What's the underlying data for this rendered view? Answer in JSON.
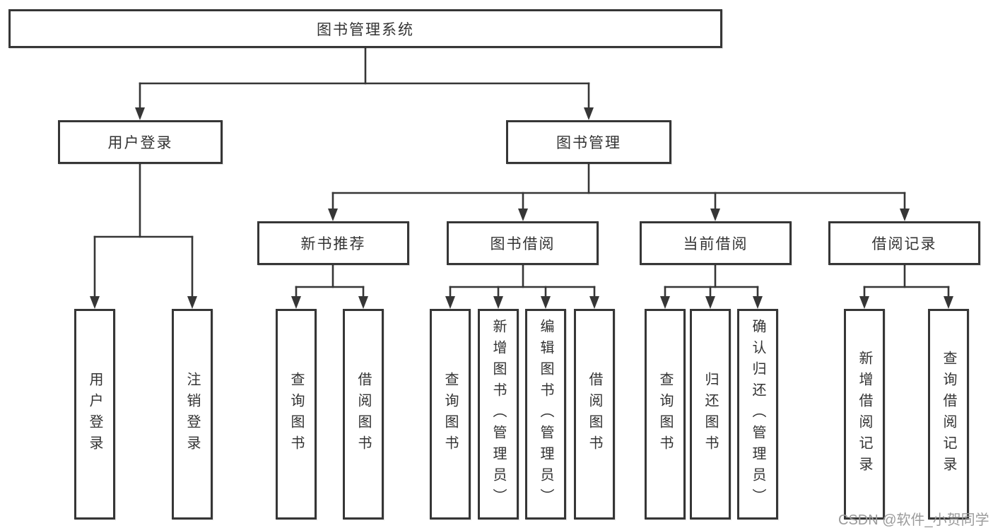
{
  "tree": {
    "label": "图书管理系统",
    "children": [
      {
        "label": "用户登录",
        "children": [
          {
            "label": "用户登录"
          },
          {
            "label": "注销登录"
          }
        ]
      },
      {
        "label": "图书管理",
        "children": [
          {
            "label": "新书推荐",
            "children": [
              {
                "label": "查询图书"
              },
              {
                "label": "借阅图书"
              }
            ]
          },
          {
            "label": "图书借阅",
            "children": [
              {
                "label": "查询图书"
              },
              {
                "label": "新增图书（管理员）"
              },
              {
                "label": "编辑图书（管理员）"
              },
              {
                "label": "借阅图书"
              }
            ]
          },
          {
            "label": "当前借阅",
            "children": [
              {
                "label": "查询图书"
              },
              {
                "label": "归还图书"
              },
              {
                "label": "确认归还（管理员）"
              }
            ]
          },
          {
            "label": "借阅记录",
            "children": [
              {
                "label": "新增借阅记录"
              },
              {
                "label": "查询借阅记录"
              }
            ]
          }
        ]
      }
    ]
  },
  "watermark": {
    "text": "CSDN @软件_小贺同学"
  },
  "colors": {
    "line": "#363636",
    "box_border": "#363636",
    "box_fill": "#ffffff",
    "text": "#333333",
    "watermark": "#9b9b9b"
  }
}
